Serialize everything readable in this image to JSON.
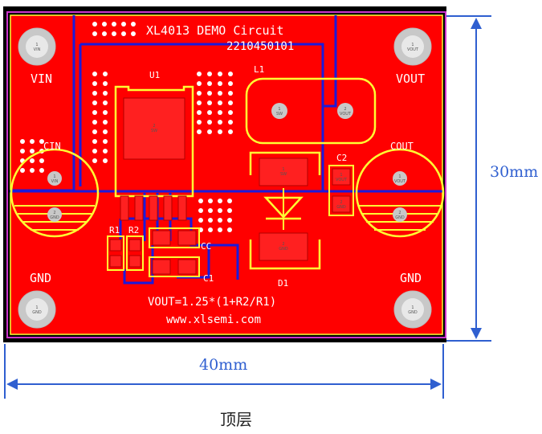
{
  "board": {
    "title": "XL4013 DEMO Circuit",
    "part_number": "2210450101",
    "formula": "VOUT=1.25*(1+R2/R1)",
    "website": "www.xlsemi.com",
    "layer_caption": "顶层",
    "colors": {
      "copper": "#ff0000",
      "silkscreen": "#ffff33",
      "trace": "#1a1adc",
      "outline": "#cc33cc",
      "dimension": "#2f5fd0",
      "background": "#000000"
    }
  },
  "labels": {
    "vin": "VIN",
    "vout": "VOUT",
    "gnd_left": "GND",
    "gnd_right": "GND",
    "cin": "CIN",
    "cout": "COUT",
    "u1": "U1",
    "l1": "L1",
    "c2": "C2",
    "d1": "D1",
    "r1": "R1",
    "r2": "R2",
    "cc": "CC",
    "c1": "C1"
  },
  "pads": {
    "vin_pad": [
      "1",
      "VIN"
    ],
    "vout_pad": [
      "1",
      "VOUT"
    ],
    "gnd_left_pad": [
      "1",
      "GND"
    ],
    "gnd_right_pad": [
      "1",
      "GND"
    ],
    "cin_p1": [
      "1",
      "VIN"
    ],
    "cin_p2": [
      "2",
      "GND"
    ],
    "cout_p1": [
      "1",
      "VOUT"
    ],
    "cout_p2": [
      "2",
      "GND"
    ],
    "l1_p1": [
      "1",
      "SW"
    ],
    "l1_p2": [
      "2",
      "VOUT"
    ],
    "u1_tab": [
      "2",
      "SW"
    ],
    "d1_p1": [
      "1",
      "SW"
    ],
    "d1_p2": [
      "2",
      "GND"
    ],
    "c2_p1": [
      "1",
      "VOUT"
    ],
    "c2_p2": [
      "2",
      "GND"
    ]
  },
  "dimensions": {
    "width": "40mm",
    "height": "30mm"
  }
}
